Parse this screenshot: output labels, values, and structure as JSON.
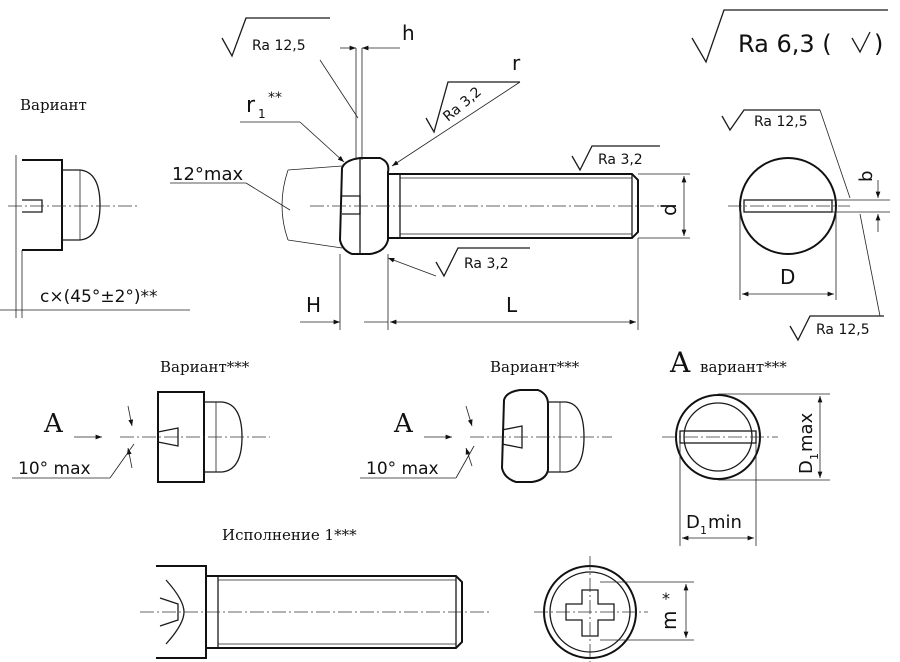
{
  "labels": {
    "variant_top": "Вариант",
    "variant_left": "Вариант***",
    "variant_mid": "Вариант***",
    "variant_a": "вариант***",
    "view_a_letter": "A",
    "view_a_left": "A",
    "view_a_mid": "A",
    "ispolnenie": "Исполнение 1***",
    "chamfer": "c×(45°±2°)**",
    "h": "h",
    "r": "r",
    "r1": "r",
    "r1_sub": "1",
    "r1_stars": "**",
    "angle_max": "12°max",
    "d": "d",
    "D": "D",
    "b": "b",
    "H": "H",
    "L": "L",
    "ten_left": "10° max",
    "ten_mid": "10° max",
    "D1max": "D",
    "D1max_sub": "1",
    "D1max_suffix": " max",
    "D1min": "D",
    "D1min_sub": "1",
    "D1min_suffix": " min",
    "m": "m",
    "m_star": "*"
  },
  "roughness": {
    "general": "Ra 6,3 (",
    "general_close": ")",
    "head_top": "Ra 12,5",
    "r_face": "Ra 3,2",
    "thread": "Ra 3,2",
    "under_head": "Ra 3,2",
    "slot_view": "Ra 12,5",
    "slot_bottom": "Ra 12,5"
  }
}
